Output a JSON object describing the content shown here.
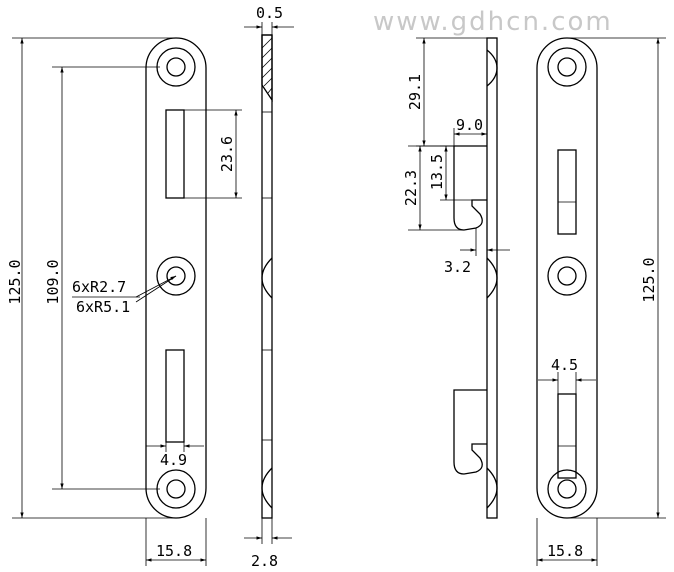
{
  "watermark": "www.gdhcn.com",
  "dimensions": {
    "front_length": "125.0",
    "hole_spacing": "109.0",
    "slot_length": "23.6",
    "slot_width": "4.9",
    "plate_width": "15.8",
    "hole_callout_1": "6xR2.7",
    "hole_callout_2": "6xR5.1",
    "side_top": "0.5",
    "side_thickness": "2.8",
    "hook_offset": "29.1",
    "hook_width": "9.0",
    "hook_height_outer": "22.3",
    "hook_height_inner": "13.5",
    "hook_thickness": "3.2",
    "right_length": "125.0",
    "right_slot_width": "4.5",
    "right_plate_width": "15.8"
  }
}
